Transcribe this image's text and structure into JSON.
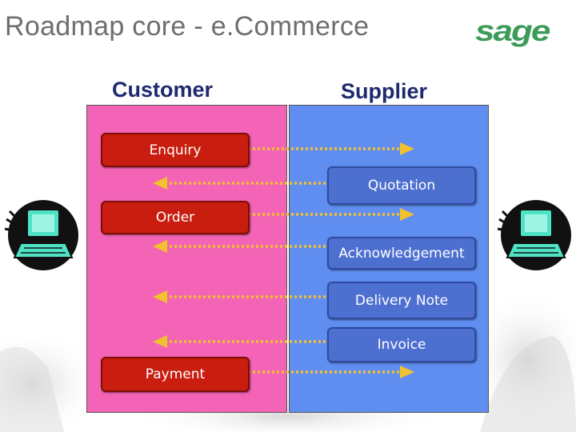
{
  "title": "Roadmap core - e.Commerce",
  "logo_text": "sage",
  "columns": {
    "customer": "Customer",
    "supplier": "Supplier"
  },
  "customer_steps": {
    "enquiry": "Enquiry",
    "order": "Order",
    "payment": "Payment"
  },
  "supplier_steps": {
    "quotation": "Quotation",
    "acknowledgement": "Acknowledgement",
    "delivery": "Delivery Note",
    "invoice": "Invoice"
  },
  "colors": {
    "customer_panel": "#f364b6",
    "supplier_panel": "#5f8df0",
    "customer_box": "#c81d0f",
    "supplier_box": "#4d6fd0",
    "arrow": "#f2c12e",
    "logo": "#3d9b5a"
  },
  "icons": [
    "computer-icon",
    "computer-icon"
  ]
}
